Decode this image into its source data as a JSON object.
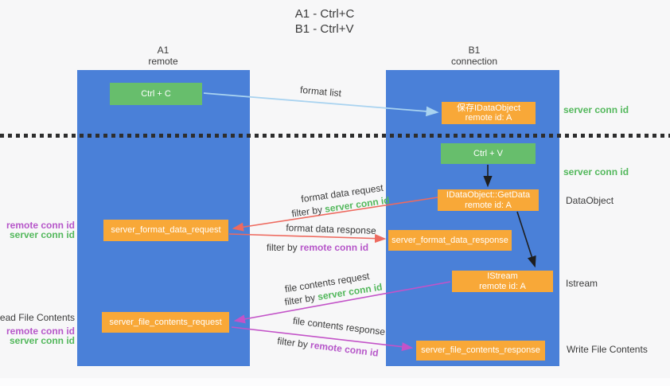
{
  "title": {
    "line1": "A1 - Ctrl+C",
    "line2": "B1 - Ctrl+V"
  },
  "lifelines": {
    "a1": {
      "name": "A1",
      "role": "remote"
    },
    "b1": {
      "name": "B1",
      "role": "connection"
    }
  },
  "boxes": {
    "ctrl_c": "Ctrl + C",
    "ctrl_v": "Ctrl + V",
    "save_dataobject": {
      "line1": "保存IDataObject",
      "line2": "remote id: A"
    },
    "getdata": {
      "line1": "IDataObject::GetData",
      "line2": "remote id: A"
    },
    "istream": {
      "line1": "IStream",
      "line2": "remote id: A"
    },
    "format_request": "server_format_data_request",
    "format_response": "server_format_data_response",
    "file_request": "server_file_contents_request",
    "file_response": "server_file_contents_response"
  },
  "arrow_labels": {
    "format_list": "format list",
    "format_data_request": "format data request",
    "format_data_response": "format data response",
    "file_contents_request": "file contents request",
    "file_contents_response": "file contents response",
    "filter_by": "filter by",
    "server_conn_id": "server conn id",
    "remote_conn_id": "remote conn id"
  },
  "side_labels": {
    "server_conn_id": "server conn id",
    "remote_conn_id": "remote conn id",
    "dataobject": "DataObject",
    "istream": "Istream",
    "read_file_contents": "Read File Contents",
    "write_file_contents": "Write File Contents"
  },
  "colors": {
    "column_blue": "#4A80D8",
    "box_green": "#67BE6C",
    "box_orange": "#F8A838",
    "label_green": "#53B85C",
    "label_purple": "#B656C9",
    "arrow_red": "#EE6A5F",
    "arrow_magenta": "#C353C8",
    "arrow_light_blue": "#A9D3F0",
    "arrow_dark": "#1E1E1E",
    "text_dark": "#3B3B3B",
    "background": "#F7F7F8"
  }
}
